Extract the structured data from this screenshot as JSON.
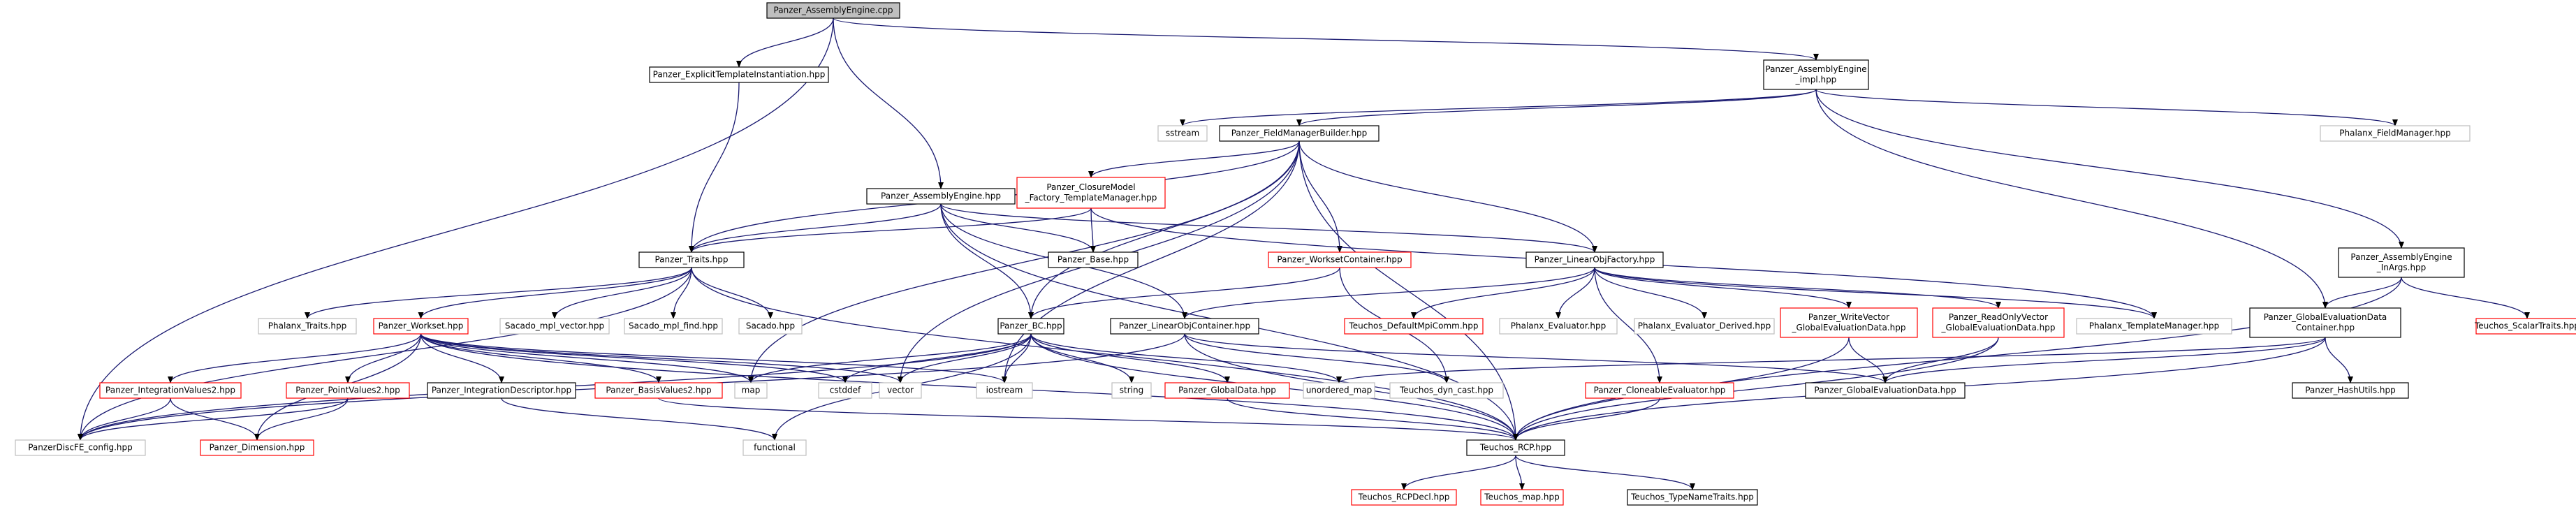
{
  "nodes": [
    {
      "id": "AE_cpp",
      "lines": [
        "Panzer_AssemblyEngine.cpp"
      ],
      "kind": "focus"
    },
    {
      "id": "ETI",
      "lines": [
        "Panzer_ExplicitTemplateInstantiation.hpp"
      ],
      "kind": "normal"
    },
    {
      "id": "AE_impl",
      "lines": [
        "Panzer_AssemblyEngine",
        "_impl.hpp"
      ],
      "kind": "normal"
    },
    {
      "id": "sstream",
      "lines": [
        "sstream"
      ],
      "kind": "external"
    },
    {
      "id": "FMB",
      "lines": [
        "Panzer_FieldManagerBuilder.hpp"
      ],
      "kind": "normal"
    },
    {
      "id": "PhxFM",
      "lines": [
        "Phalanx_FieldManager.hpp"
      ],
      "kind": "external"
    },
    {
      "id": "AE_hpp",
      "lines": [
        "Panzer_AssemblyEngine.hpp"
      ],
      "kind": "normal"
    },
    {
      "id": "CMFTM",
      "lines": [
        "Panzer_ClosureModel",
        "_Factory_TemplateManager.hpp"
      ],
      "kind": "trunc"
    },
    {
      "id": "AEInArgs",
      "lines": [
        "Panzer_AssemblyEngine",
        "_InArgs.hpp"
      ],
      "kind": "normal"
    },
    {
      "id": "Base",
      "lines": [
        "Panzer_Base.hpp"
      ],
      "kind": "normal"
    },
    {
      "id": "Traits",
      "lines": [
        "Panzer_Traits.hpp"
      ],
      "kind": "normal"
    },
    {
      "id": "WSC",
      "lines": [
        "Panzer_WorksetContainer.hpp"
      ],
      "kind": "trunc"
    },
    {
      "id": "LOF",
      "lines": [
        "Panzer_LinearObjFactory.hpp"
      ],
      "kind": "normal"
    },
    {
      "id": "PhxTraits",
      "lines": [
        "Phalanx_Traits.hpp"
      ],
      "kind": "external"
    },
    {
      "id": "Workset",
      "lines": [
        "Panzer_Workset.hpp"
      ],
      "kind": "trunc"
    },
    {
      "id": "SacVec",
      "lines": [
        "Sacado_mpl_vector.hpp"
      ],
      "kind": "external"
    },
    {
      "id": "SacFind",
      "lines": [
        "Sacado_mpl_find.hpp"
      ],
      "kind": "external"
    },
    {
      "id": "Sacado",
      "lines": [
        "Sacado.hpp"
      ],
      "kind": "external"
    },
    {
      "id": "BC",
      "lines": [
        "Panzer_BC.hpp"
      ],
      "kind": "normal"
    },
    {
      "id": "LOC",
      "lines": [
        "Panzer_LinearObjContainer.hpp"
      ],
      "kind": "normal"
    },
    {
      "id": "TDMC",
      "lines": [
        "Teuchos_DefaultMpiComm.hpp"
      ],
      "kind": "trunc"
    },
    {
      "id": "PhxEval",
      "lines": [
        "Phalanx_Evaluator.hpp"
      ],
      "kind": "external"
    },
    {
      "id": "PhxEvalD",
      "lines": [
        "Phalanx_Evaluator_Derived.hpp"
      ],
      "kind": "external"
    },
    {
      "id": "WV",
      "lines": [
        "Panzer_WriteVector",
        "_GlobalEvaluationData.hpp"
      ],
      "kind": "trunc"
    },
    {
      "id": "ROV",
      "lines": [
        "Panzer_ReadOnlyVector",
        "_GlobalEvaluationData.hpp"
      ],
      "kind": "trunc"
    },
    {
      "id": "PhxTM",
      "lines": [
        "Phalanx_TemplateManager.hpp"
      ],
      "kind": "external"
    },
    {
      "id": "GEDC",
      "lines": [
        "Panzer_GlobalEvaluationData",
        "Container.hpp"
      ],
      "kind": "normal"
    },
    {
      "id": "TST",
      "lines": [
        "Teuchos_ScalarTraits.hpp"
      ],
      "kind": "trunc"
    },
    {
      "id": "IV2",
      "lines": [
        "Panzer_IntegrationValues2.hpp"
      ],
      "kind": "trunc"
    },
    {
      "id": "PV2",
      "lines": [
        "Panzer_PointValues2.hpp"
      ],
      "kind": "trunc"
    },
    {
      "id": "ID",
      "lines": [
        "Panzer_IntegrationDescriptor.hpp"
      ],
      "kind": "normal"
    },
    {
      "id": "BV2",
      "lines": [
        "Panzer_BasisValues2.hpp"
      ],
      "kind": "trunc"
    },
    {
      "id": "map",
      "lines": [
        "map"
      ],
      "kind": "external"
    },
    {
      "id": "cstddef",
      "lines": [
        "cstddef"
      ],
      "kind": "external"
    },
    {
      "id": "vector",
      "lines": [
        "vector"
      ],
      "kind": "external"
    },
    {
      "id": "iostream",
      "lines": [
        "iostream"
      ],
      "kind": "external"
    },
    {
      "id": "string",
      "lines": [
        "string"
      ],
      "kind": "external"
    },
    {
      "id": "GD",
      "lines": [
        "Panzer_GlobalData.hpp"
      ],
      "kind": "trunc"
    },
    {
      "id": "unmap",
      "lines": [
        "unordered_map"
      ],
      "kind": "external"
    },
    {
      "id": "TDC",
      "lines": [
        "Teuchos_dyn_cast.hpp"
      ],
      "kind": "external"
    },
    {
      "id": "CE",
      "lines": [
        "Panzer_CloneableEvaluator.hpp"
      ],
      "kind": "trunc"
    },
    {
      "id": "GED",
      "lines": [
        "Panzer_GlobalEvaluationData.hpp"
      ],
      "kind": "normal"
    },
    {
      "id": "HU",
      "lines": [
        "Panzer_HashUtils.hpp"
      ],
      "kind": "normal"
    },
    {
      "id": "DFEC",
      "lines": [
        "PanzerDiscFE_config.hpp"
      ],
      "kind": "external"
    },
    {
      "id": "Dim",
      "lines": [
        "Panzer_Dimension.hpp"
      ],
      "kind": "trunc"
    },
    {
      "id": "functional",
      "lines": [
        "functional"
      ],
      "kind": "external"
    },
    {
      "id": "RCP",
      "lines": [
        "Teuchos_RCP.hpp"
      ],
      "kind": "normal"
    },
    {
      "id": "RCPDecl",
      "lines": [
        "Teuchos_RCPDecl.hpp"
      ],
      "kind": "trunc"
    },
    {
      "id": "TMap",
      "lines": [
        "Teuchos_map.hpp"
      ],
      "kind": "trunc"
    },
    {
      "id": "TNT",
      "lines": [
        "Teuchos_TypeNameTraits.hpp"
      ],
      "kind": "normal"
    }
  ]
}
